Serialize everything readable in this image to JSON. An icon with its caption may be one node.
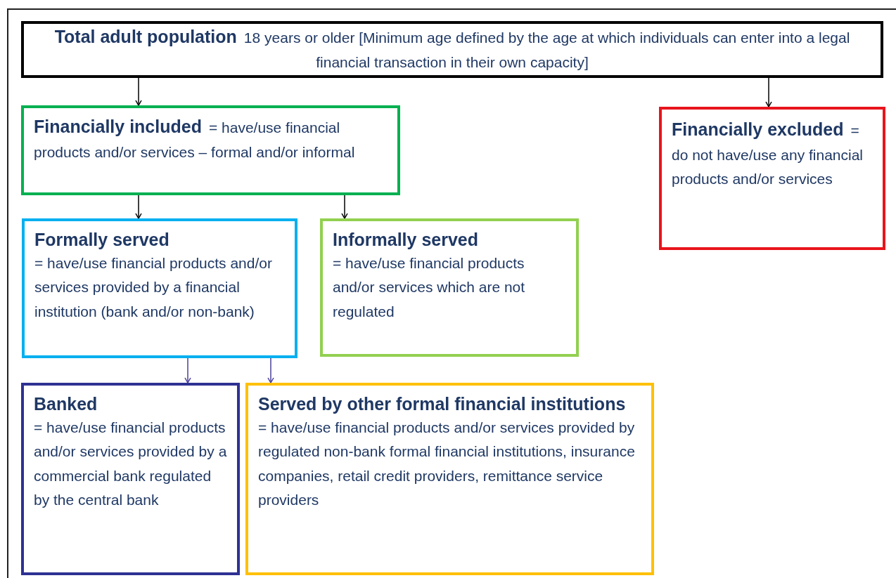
{
  "diagram": {
    "nodes": [
      {
        "text": [
          "Total adult population",
          "18 years or older [Minimum age defined by the age at which individuals can enter into a legal financial transaction in their own capacity]"
        ]
      },
      {
        "text": [
          "Financially included",
          "= have/use financial products and/or services – formal and/or informal"
        ]
      },
      {
        "text": [
          "Financially excluded",
          "= do not have/use any financial products and/or services"
        ]
      },
      {
        "text": [
          "Formally served",
          "= have/use financial products and/or services provided by a financial institution (bank and/or non-bank)"
        ]
      },
      {
        "text": [
          "Informally served",
          "= have/use financial products and/or services which are not regulated"
        ]
      },
      {
        "text": [
          "Banked",
          "= have/use financial products and/or services provided by a commercial bank regulated by the central bank"
        ]
      },
      {
        "text": [
          "Served by other formal financial institutions",
          "= have/use financial products and/or services provided by regulated non-bank formal financial institutions, insurance companies, retail credit providers, remittance service providers"
        ]
      }
    ],
    "edges": [
      {
        "from": 0,
        "to": 1,
        "arrow": "to"
      },
      {
        "from": 0,
        "to": 2,
        "arrow": "to"
      },
      {
        "from": 1,
        "to": 3,
        "arrow": "to"
      },
      {
        "from": 1,
        "to": 4,
        "arrow": "to"
      },
      {
        "from": 3,
        "to": 5,
        "arrow": "to",
        "color": "#4a3f9a"
      },
      {
        "from": 3,
        "to": 6,
        "arrow": "to",
        "color": "#4a3f9a"
      }
    ]
  }
}
